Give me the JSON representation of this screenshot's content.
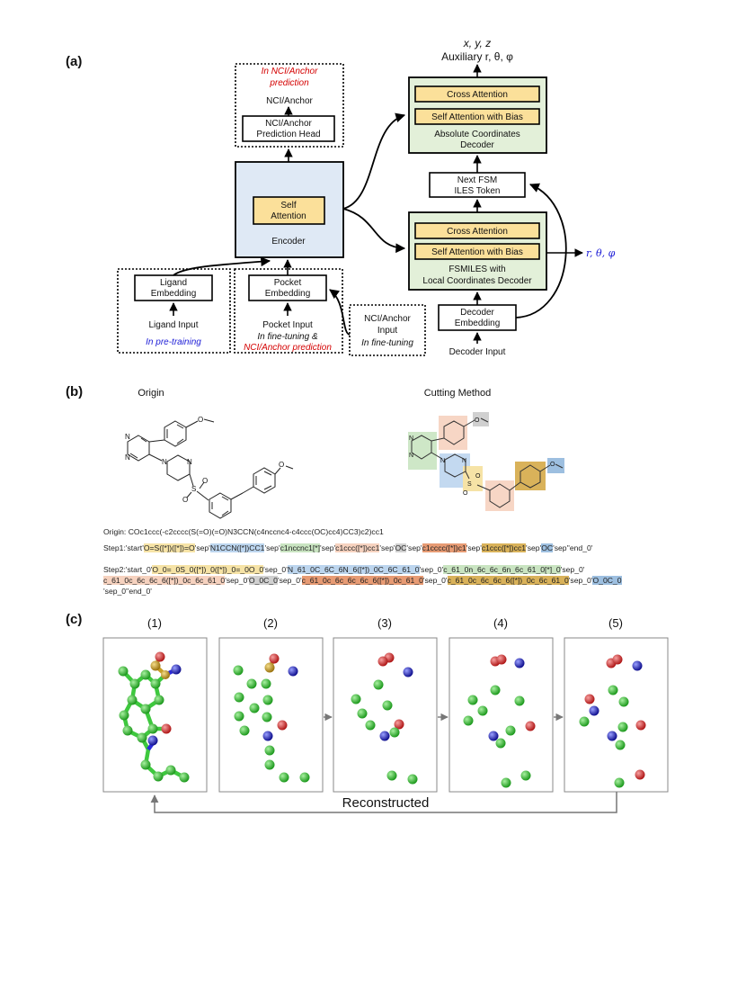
{
  "panel_a": {
    "label": "(a)",
    "aux_xyz": "x, y, z",
    "aux_rtp": "Auxiliary r, θ, φ",
    "nci_note_line1": "In NCI/Anchor",
    "nci_note_line2": "prediction",
    "nci_anchor": "NCI/Anchor",
    "nci_head_line1": "NCI/Anchor",
    "nci_head_line2": "Prediction Head",
    "encoder_self_line1": "Self",
    "encoder_self_line2": "Attention",
    "encoder": "Encoder",
    "abs_cross": "Cross Attention",
    "abs_self": "Self Attention with Bias",
    "abs_title_line1": "Absolute Coordinates",
    "abs_title_line2": "Decoder",
    "next_token_line1": "Next FSM",
    "next_token_line2": "ILES Token",
    "local_cross": "Cross Attention",
    "local_self": "Self Attention with Bias",
    "local_title_line1": "FSMILES with",
    "local_title_line2": "Local Coordinates Decoder",
    "rtp_out": "r, θ, φ",
    "ligand_emb_line1": "Ligand",
    "ligand_emb_line2": "Embedding",
    "ligand_input": "Ligand Input",
    "ligand_note": "In pre-training",
    "pocket_emb_line1": "Pocket",
    "pocket_emb_line2": "Embedding",
    "pocket_input": "Pocket Input",
    "pocket_note_line1": "In fine-tuning &",
    "pocket_note_line2": "NCI/Anchor prediction",
    "nci_input_line1": "NCI/Anchor",
    "nci_input_line2": "Input",
    "nci_input_note": "In fine-tuning",
    "decoder_emb_line1": "Decoder",
    "decoder_emb_line2": "Embedding",
    "decoder_input": "Decoder Input"
  },
  "panel_b": {
    "label": "(b)",
    "origin_title": "Origin",
    "cutting_title": "Cutting Method",
    "origin_smiles": "Origin: COc1ccc(-c2cccc(S(=O)(=O)N3CCN(c4nccnc4-c4ccc(OC)cc4)CC3)c2)cc1",
    "step1": [
      {
        "t": "Step1:'start'",
        "c": ""
      },
      {
        "t": "O=S([*])([*])=O",
        "c": "#f6e3a6"
      },
      {
        "t": "'sep'",
        "c": ""
      },
      {
        "t": "N1CCN([*])CC1",
        "c": "#bcd5ee"
      },
      {
        "t": "'sep'",
        "c": ""
      },
      {
        "t": "c1nccnc1[*]",
        "c": "#c9e4c1"
      },
      {
        "t": "'sep'",
        "c": ""
      },
      {
        "t": "c1ccc([*])cc1",
        "c": "#f6d2bf"
      },
      {
        "t": "'sep'",
        "c": ""
      },
      {
        "t": "OC",
        "c": "#d0d0d0"
      },
      {
        "t": "'sep'",
        "c": ""
      },
      {
        "t": "c1cccc([*])c1",
        "c": "#e79b74"
      },
      {
        "t": "'sep'",
        "c": ""
      },
      {
        "t": "c1ccc([*])cc1",
        "c": "#d9b25a"
      },
      {
        "t": "'sep'",
        "c": ""
      },
      {
        "t": "OC",
        "c": "#9dbfe0"
      },
      {
        "t": "'sep''end_0'",
        "c": ""
      }
    ],
    "step2_line1": [
      {
        "t": "Step2:'start_0'",
        "c": ""
      },
      {
        "t": "O_0=_0S_0([*])_0([*])_0=_0O_0",
        "c": "#f6e3a6"
      },
      {
        "t": "'sep_0'",
        "c": ""
      },
      {
        "t": "N_61_0C_6C_6N_6([*])_0C_6C_61_0",
        "c": "#bcd5ee"
      },
      {
        "t": "'sep_0'",
        "c": ""
      },
      {
        "t": "c_61_0n_6c_6c_6n_6c_61_0[*]_0",
        "c": "#c9e4c1"
      },
      {
        "t": "'sep_0'",
        "c": ""
      }
    ],
    "step2_line2": [
      {
        "t": "c_61_0c_6c_6c_6([*])_0c_6c_61_0",
        "c": "#f6d2bf"
      },
      {
        "t": "'sep_0'",
        "c": ""
      },
      {
        "t": "O_0C_0",
        "c": "#d0d0d0"
      },
      {
        "t": "'sep_0'",
        "c": ""
      },
      {
        "t": "c_61_0c_6c_6c_6c_6([*])_0c_61_0",
        "c": "#e79b74"
      },
      {
        "t": "'sep_0'",
        "c": ""
      },
      {
        "t": "c_61_0c_6c_6c_6([*])_0c_6c_61_0",
        "c": "#d9b25a"
      },
      {
        "t": "'sep_0'",
        "c": ""
      },
      {
        "t": "O_0C_0",
        "c": "#9dbfe0"
      }
    ],
    "step2_line3": [
      {
        "t": "'sep_0''end_0'",
        "c": ""
      }
    ]
  },
  "panel_c": {
    "label": "(c)",
    "steps": [
      "(1)",
      "(2)",
      "(3)",
      "(4)",
      "(5)"
    ],
    "reconstructed": "Reconstructed"
  },
  "colors": {
    "encoder_fill": "#dfe9f5",
    "decoder_fill": "#e3f0d9",
    "attention_fill": "#fbe09a",
    "note_red": "#d40000",
    "note_blue": "#1a1ad6",
    "carbon": "#3ec83e",
    "oxygen": "#d63a3a",
    "nitrogen": "#2b2bd9",
    "sulfur": "#c9a028"
  }
}
